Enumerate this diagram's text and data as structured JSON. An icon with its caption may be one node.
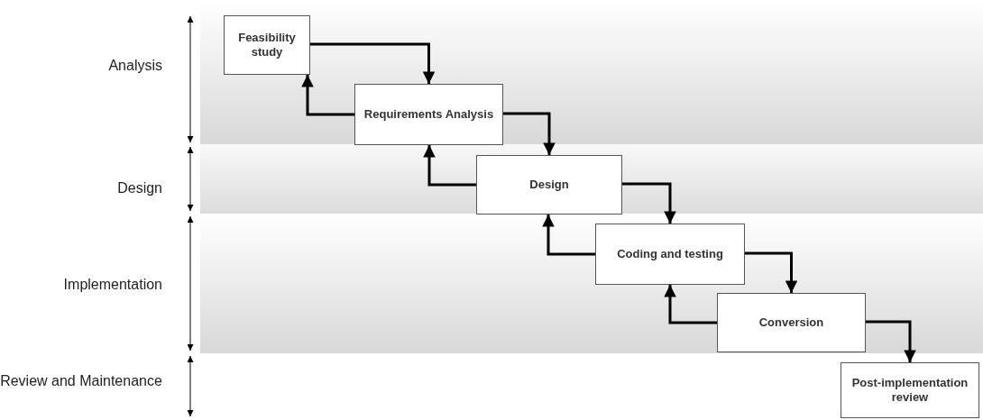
{
  "diagram": {
    "nodes": [
      {
        "text": [
          "Feasibility study"
        ]
      },
      {
        "text": [
          "Requirements Analysis"
        ]
      },
      {
        "text": [
          "Design"
        ]
      },
      {
        "text": [
          "Coding and testing"
        ]
      },
      {
        "text": [
          "Conversion"
        ]
      },
      {
        "text": [
          "Post-implementation review"
        ]
      }
    ],
    "edges": [
      {
        "from": 0,
        "to": 1,
        "arrow": "to"
      },
      {
        "from": 1,
        "to": 0,
        "arrow": "to"
      },
      {
        "from": 1,
        "to": 2,
        "arrow": "to"
      },
      {
        "from": 2,
        "to": 1,
        "arrow": "to"
      },
      {
        "from": 2,
        "to": 3,
        "arrow": "to"
      },
      {
        "from": 3,
        "to": 2,
        "arrow": "to"
      },
      {
        "from": 3,
        "to": 4,
        "arrow": "to"
      },
      {
        "from": 4,
        "to": 3,
        "arrow": "to"
      },
      {
        "from": 4,
        "to": 5,
        "arrow": "to"
      }
    ],
    "labels": [
      "Analysis",
      "Design",
      "Implementation",
      "Review and Maintenance"
    ]
  }
}
